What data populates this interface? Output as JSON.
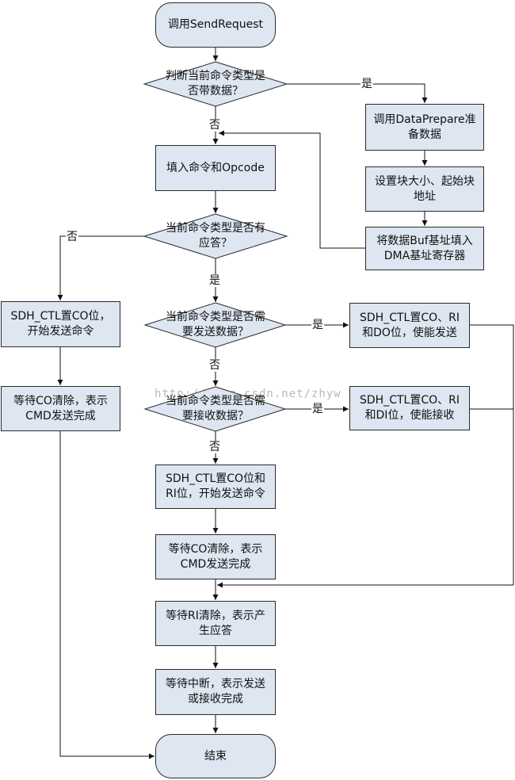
{
  "nodes": {
    "start": "调用SendRequest",
    "decision_has_data": "判断当前命令类型是否带数据？",
    "call_data_prepare": "调用DataPrepare准备数据",
    "set_block": "设置块大小、起始块地址",
    "fill_dma": "将数据Buf基址填入DMA基址寄存器",
    "fill_cmd": "填入命令和Opcode",
    "decision_has_response": "当前命令类型是否有应答？",
    "left_send_cmd": "SDH_CTL置CO位，开始发送命令",
    "left_wait_co": "等待CO清除，表示CMD发送完成",
    "decision_send_data": "当前命令类型是否需要发送数据？",
    "set_co_ri_do": "SDH_CTL置CO、RI和DO位，使能发送",
    "decision_recv_data": "当前命令类型是否需要接收数据？",
    "set_co_ri_di": "SDH_CTL置CO、RI和DI位，使能接收",
    "set_co_ri": "SDH_CTL置CO位和RI位，开始发送命令",
    "wait_co": "等待CO清除，表示CMD发送完成",
    "wait_ri": "等待RI清除，表示产生应答",
    "wait_irq": "等待中断，表示发送或接收完成",
    "end": "结束"
  },
  "labels": {
    "yes": "是",
    "no": "否"
  },
  "watermark": "http://blog.csdn.net/zhyw",
  "colors": {
    "box_fill": "#dde6f1",
    "stroke": "#2b2b2b",
    "background": "#ffffff"
  }
}
